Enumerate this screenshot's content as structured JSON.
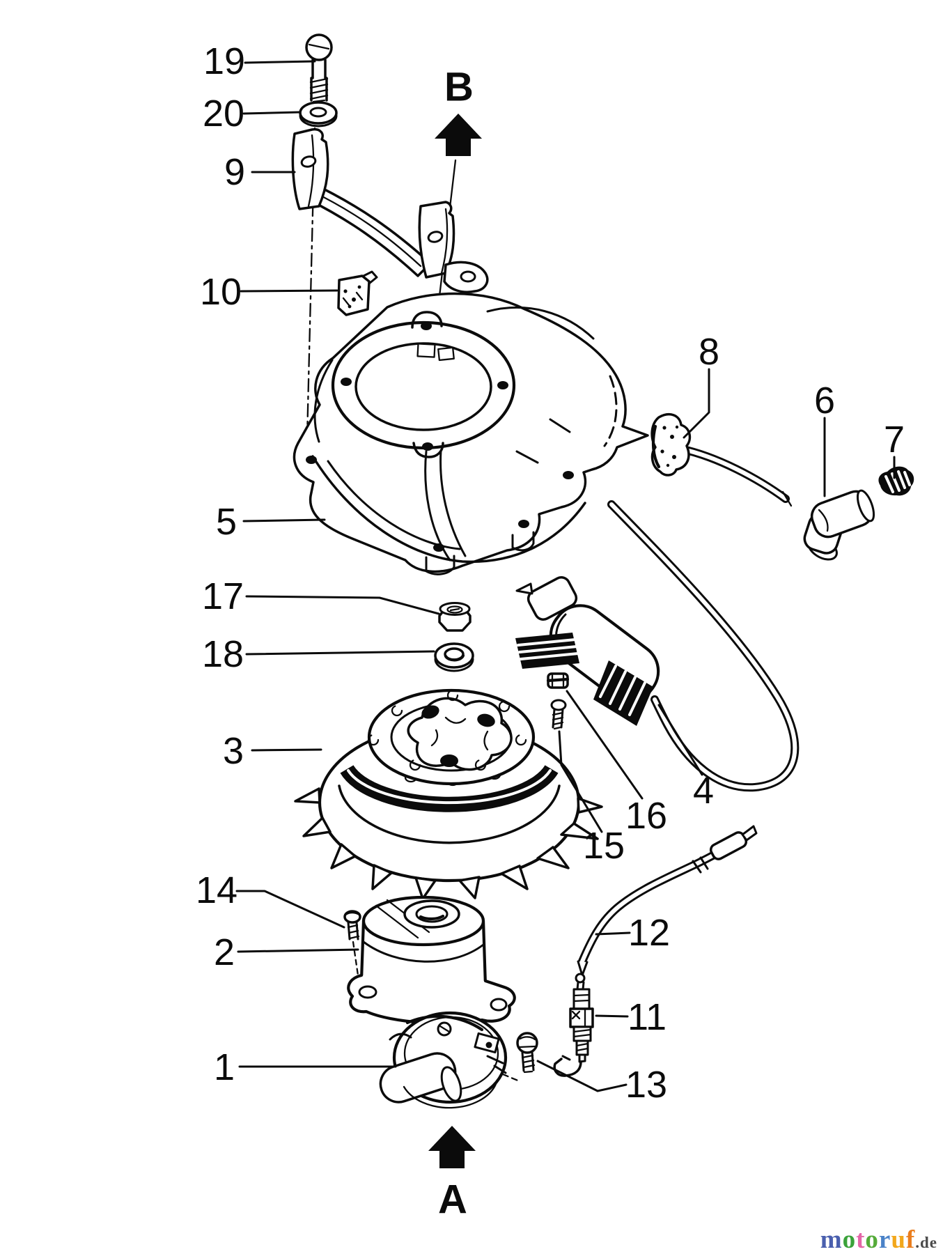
{
  "figure": {
    "type": "exploded-parts-diagram",
    "subject": "recoil starter / flywheel magneto assembly",
    "background": "#ffffff",
    "line_color": "#0b0b0b"
  },
  "callouts": [
    {
      "label": "19",
      "part": "pan-head-screw"
    },
    {
      "label": "20",
      "part": "washer"
    },
    {
      "label": "9",
      "part": "support-bracket"
    },
    {
      "label": "10",
      "part": "cord-clip"
    },
    {
      "label": "5",
      "part": "blower-housing"
    },
    {
      "label": "17",
      "part": "hex-nut"
    },
    {
      "label": "18",
      "part": "plain-washer"
    },
    {
      "label": "3",
      "part": "flywheel-fan"
    },
    {
      "label": "14",
      "part": "screw"
    },
    {
      "label": "2",
      "part": "starter-rotor"
    },
    {
      "label": "1",
      "part": "breaker-point-plate"
    },
    {
      "label": "8",
      "part": "wire-grommet"
    },
    {
      "label": "6",
      "part": "terminal-boot"
    },
    {
      "label": "7",
      "part": "screw-plug"
    },
    {
      "label": "4",
      "part": "ignition-coil"
    },
    {
      "label": "16",
      "part": "small-nut"
    },
    {
      "label": "15",
      "part": "small-screw"
    },
    {
      "label": "12",
      "part": "spark-plug-wire"
    },
    {
      "label": "11",
      "part": "spark-plug"
    },
    {
      "label": "13",
      "part": "hex-bolt"
    }
  ],
  "direction_arrows": [
    {
      "label": "B",
      "position": "top"
    },
    {
      "label": "A",
      "position": "bottom"
    }
  ],
  "watermark": {
    "letters": [
      {
        "ch": "m",
        "color": "#4a5fae"
      },
      {
        "ch": "o",
        "color": "#3aa23a"
      },
      {
        "ch": "t",
        "color": "#e466a8"
      },
      {
        "ch": "o",
        "color": "#55ab3a"
      },
      {
        "ch": "r",
        "color": "#4a82c8"
      },
      {
        "ch": "u",
        "color": "#f2a71c"
      },
      {
        "ch": "f",
        "color": "#ea7d1c"
      }
    ],
    "suffix": ".de",
    "suffix_color": "#4a4a4a"
  }
}
